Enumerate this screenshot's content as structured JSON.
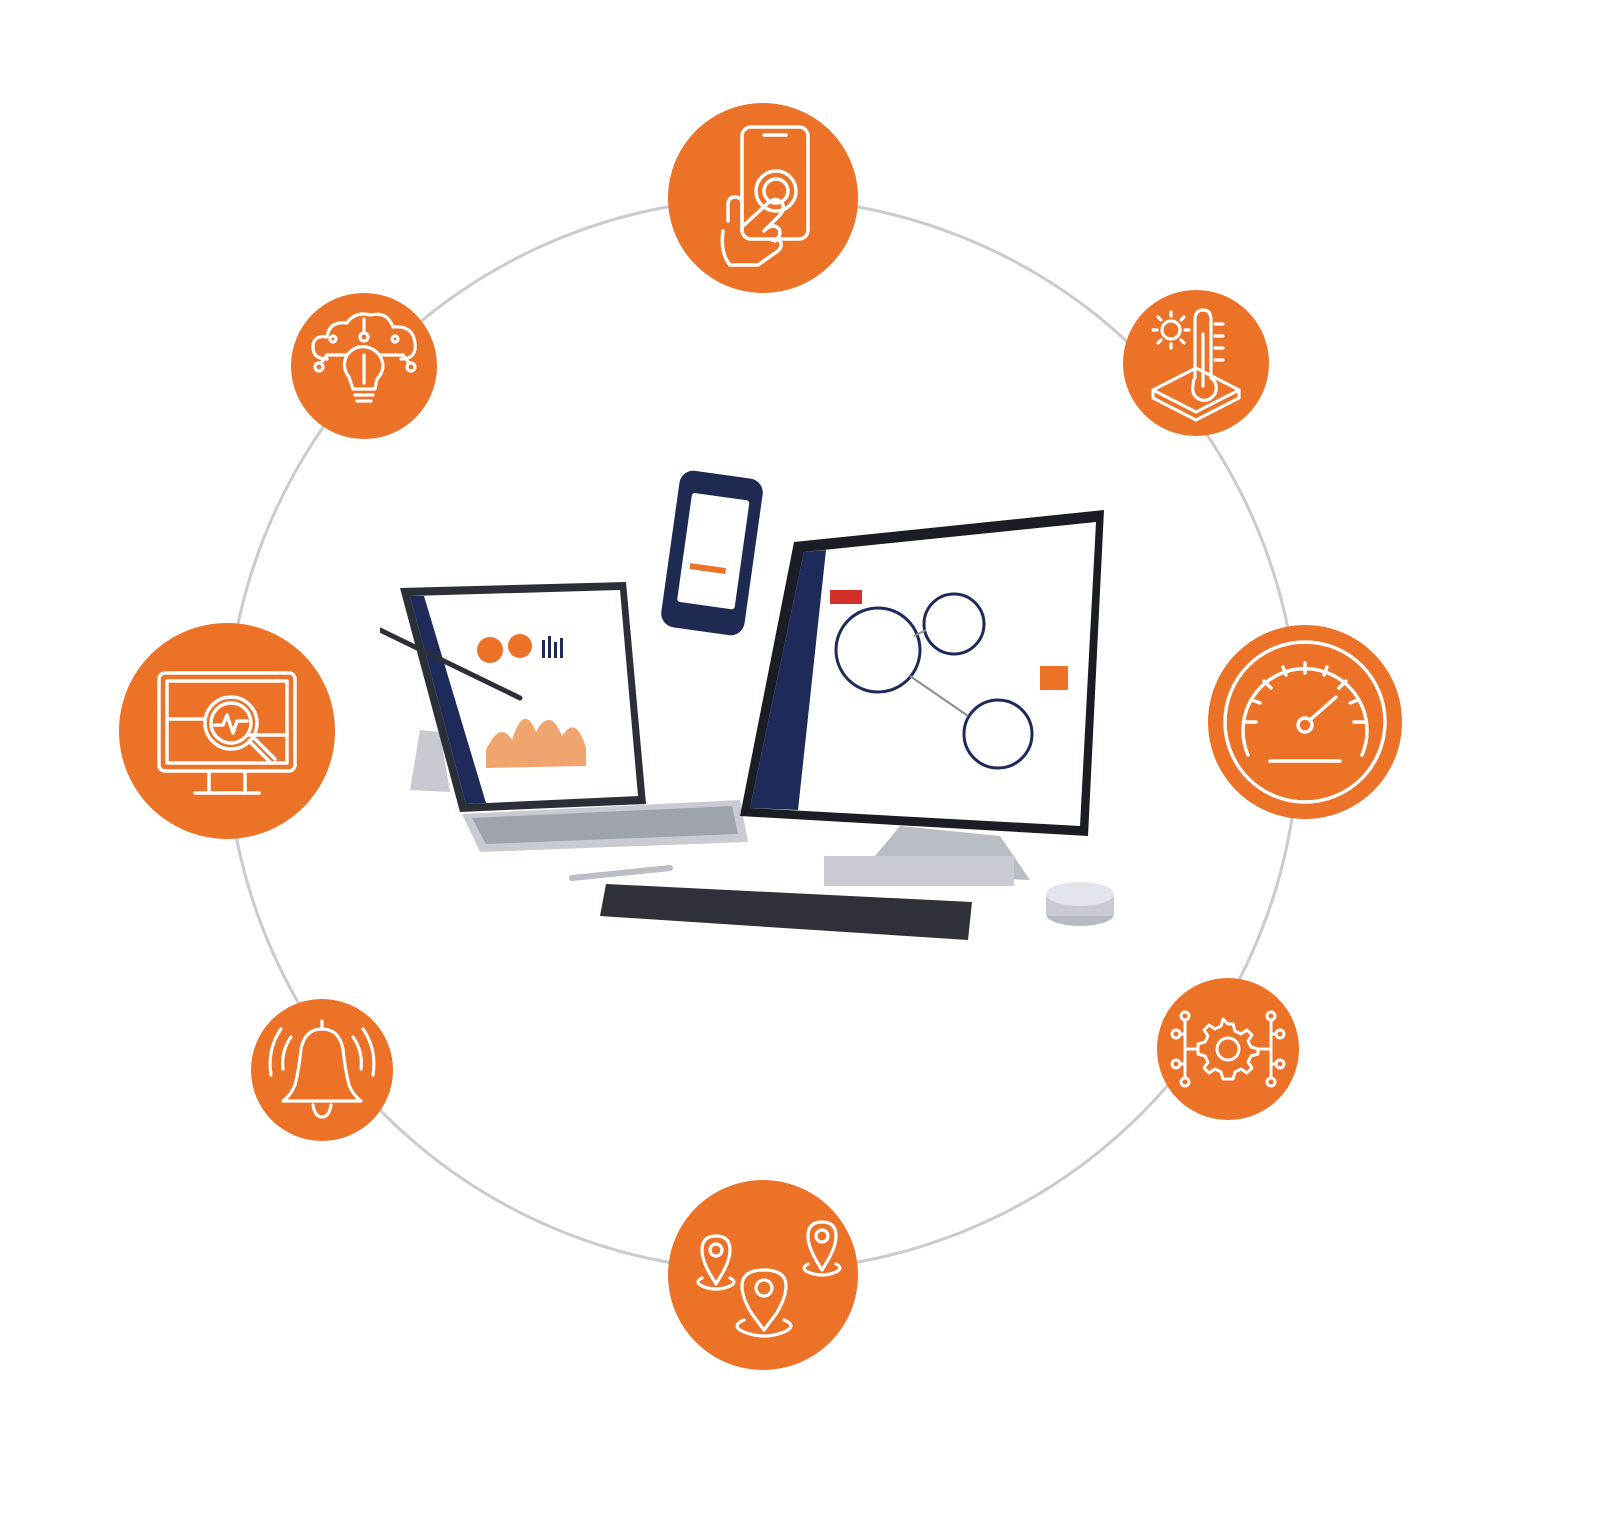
{
  "colors": {
    "accent": "#ec7228",
    "ring": "#c9cbd0",
    "icon_stroke": "#ffffff",
    "screen_navy": "#1d2a5a"
  },
  "nodes": [
    {
      "id": "touch",
      "icon": "hand-touch-phone-icon"
    },
    {
      "id": "temperature",
      "icon": "temperature-sensor-icon"
    },
    {
      "id": "speed",
      "icon": "speedometer-icon"
    },
    {
      "id": "automation",
      "icon": "gear-circuit-icon"
    },
    {
      "id": "location",
      "icon": "location-pins-icon"
    },
    {
      "id": "alarm",
      "icon": "ringing-bell-icon"
    },
    {
      "id": "monitoring",
      "icon": "monitor-analytics-icon"
    },
    {
      "id": "cloud",
      "icon": "cloud-idea-icon"
    }
  ],
  "devices": [
    {
      "id": "tablet",
      "icon": "tablet-dashboard-icon"
    },
    {
      "id": "phone",
      "icon": "phone-login-icon"
    },
    {
      "id": "desktop",
      "icon": "desktop-network-icon"
    }
  ]
}
